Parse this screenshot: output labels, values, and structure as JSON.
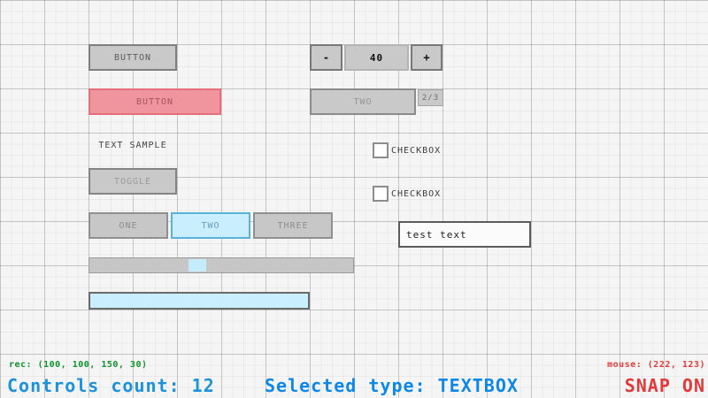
{
  "controls": {
    "button": {
      "label": "BUTTON"
    },
    "selected_button": {
      "label": "BUTTON"
    },
    "text_label": {
      "text": "TEXT SAMPLE"
    },
    "toggle": {
      "label": "TOGGLE"
    },
    "toggle_group": {
      "items": [
        {
          "label": "ONE",
          "active": false
        },
        {
          "label": "TWO",
          "active": true
        },
        {
          "label": "THREE",
          "active": false
        }
      ]
    },
    "spinner": {
      "minus_label": "-",
      "value": "40",
      "plus_label": "+"
    },
    "combobox": {
      "selected_label": "TWO",
      "counter_label": "2/3"
    },
    "checkbox1": {
      "label": "CHECKBOX",
      "checked": false
    },
    "checkbox2": {
      "label": "CHECKBOX",
      "checked": false
    },
    "textbox": {
      "value": "test text"
    }
  },
  "statusbar": {
    "rec_info": "rec: (100, 100, 150, 30)",
    "controls_count": "Controls count: 12",
    "selected_type": "Selected type: TEXTBOX",
    "mouse_info": "mouse: (222, 123)",
    "snap_label": "SNAP ON"
  },
  "colors": {
    "background": "#f5f5f5",
    "grid_major": "#c8c8c8",
    "grid_minor": "#eaeaea",
    "control_base": "#c9c9c9",
    "control_border": "#7f7f7f",
    "selected_fill": "#f0949d",
    "selected_border": "#e5707b",
    "focused_fill": "#c9effe",
    "focused_border": "#5bb2d9",
    "focused_text": "#6c9bbc",
    "status_green": "#0f942d",
    "status_blue_count": "#1b92d9",
    "status_blue_type": "#0d87e8",
    "status_red": "#e23a3a"
  }
}
